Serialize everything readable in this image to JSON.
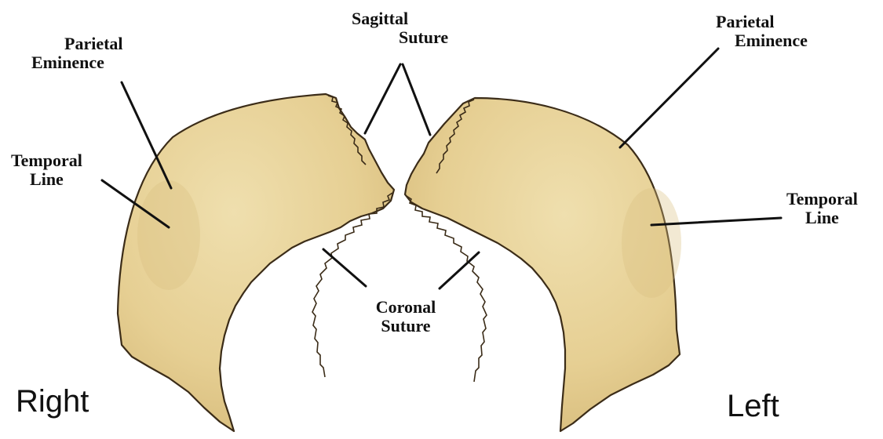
{
  "colors": {
    "bone_fill": "#e8d49c",
    "bone_shade": "#d7bd7b",
    "bone_edge": "#3b2c18",
    "leader_line": "#111111",
    "text": "#111111"
  },
  "labels": {
    "sagittal_suture": [
      "Sagittal",
      "Suture"
    ],
    "parietal_eminence_right": [
      "Parietal",
      "Eminence"
    ],
    "parietal_eminence_left": [
      "Parietal",
      "Eminence"
    ],
    "temporal_line_right": [
      "Temporal",
      "Line"
    ],
    "temporal_line_left": [
      "Temporal",
      "Line"
    ],
    "coronal_suture": [
      "Coronal",
      "Suture"
    ]
  },
  "sides": {
    "right": "Right",
    "left": "Left"
  }
}
